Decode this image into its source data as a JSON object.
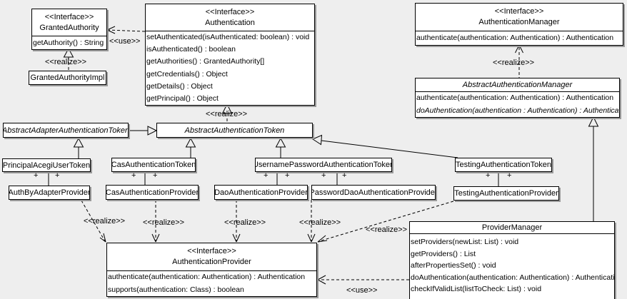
{
  "labels": {
    "use": "&lt;&lt;use&gt;&gt;",
    "realize": "&lt;&lt;realize&gt;&gt;",
    "plus": "+"
  },
  "stereotype_interface": "<<Interface>>",
  "boxes": {
    "granted_authority": {
      "stereotype": "<<Interface>>",
      "name": "GrantedAuthority",
      "methods": [
        "getAuthority() : String"
      ]
    },
    "granted_authority_impl": {
      "name": "GrantedAuthorityImpl"
    },
    "authentication": {
      "stereotype": "<<Interface>>",
      "name": "Authentication",
      "methods": [
        "setAuthenticated(isAuthenticated: boolean) : void",
        "isAuthenticated() : boolean",
        "getAuthorities() : GrantedAuthority[]",
        "getCredentials() : Object",
        "getDetails() : Object",
        "getPrincipal() : Object"
      ]
    },
    "authentication_manager": {
      "stereotype": "<<Interface>>",
      "name": "AuthenticationManager",
      "methods": [
        "authenticate(authentication: Authentication) : Authentication"
      ]
    },
    "abstract_authentication_manager": {
      "name": "AbstractAuthenticationManager",
      "methods": [
        "authenticate(authentication: Authentication) : Authentication",
        "doAuthentication(authentication : Authentication) : Authentication"
      ]
    },
    "abstract_adapter_authentication_token": {
      "name": "AbstractAdapterAuthenticationToken"
    },
    "abstract_authentication_token": {
      "name": "AbstractAuthenticationToken"
    },
    "principal_acegi_user_token": {
      "name": "PrincipalAcegiUserToken"
    },
    "cas_authentication_token": {
      "name": "CasAuthenticationToken"
    },
    "username_password_authentication_token": {
      "name": "UsernamePasswordAuthenticationToken"
    },
    "testing_authentication_token": {
      "name": "TestingAuthenticationToken"
    },
    "auth_by_adapter_provider": {
      "name": "AuthByAdapterProvider"
    },
    "cas_authentication_provider": {
      "name": "CasAuthenticationProvider"
    },
    "dao_authentication_provider": {
      "name": "DaoAuthenticationProvider"
    },
    "password_dao_authentication_provider": {
      "name": "PasswordDaoAuthenticationProvider"
    },
    "testing_authentication_provider": {
      "name": "TestingAuthenticationProvider"
    },
    "authentication_provider": {
      "stereotype": "<<Interface>>",
      "name": "AuthenticationProvider",
      "methods": [
        "authenticate(authentication: Authentication) : Authentication",
        "supports(authentication: Class) : boolean"
      ]
    },
    "provider_manager": {
      "name": "ProviderManager",
      "methods": [
        "setProviders(newList: List) : void",
        "getProviders() : List",
        "afterPropertiesSet() : void",
        "doAuthentication(authentication: Authentication) : Authentication",
        "checkIfValidList(listToCheck: List) : void"
      ]
    }
  },
  "label_texts": {
    "use": "<<use>>",
    "realize": "<<realize>>",
    "plus": "+"
  },
  "colors": {
    "background": "#eeeeee",
    "box_fill": "#ffffff",
    "line": "#000000",
    "shadow": "#9a9a9a"
  }
}
